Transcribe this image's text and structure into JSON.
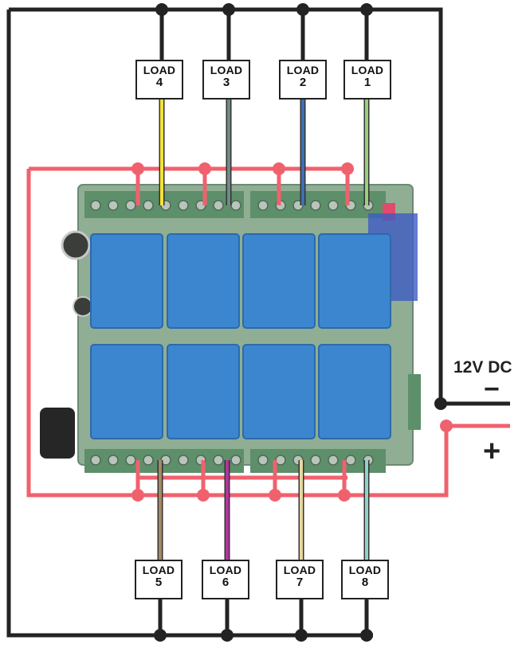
{
  "supply": {
    "voltage_label": "12V DC",
    "minus_label": "−",
    "plus_label": "+"
  },
  "loads_top": [
    {
      "label": "LOAD",
      "number": "4",
      "wire_color": "#f2e23a"
    },
    {
      "label": "LOAD",
      "number": "3",
      "wire_color": "#6f8b86"
    },
    {
      "label": "LOAD",
      "number": "2",
      "wire_color": "#3f6fb6"
    },
    {
      "label": "LOAD",
      "number": "1",
      "wire_color": "#9ad07a"
    }
  ],
  "loads_bottom": [
    {
      "label": "LOAD",
      "number": "5",
      "wire_color": "#a58a63"
    },
    {
      "label": "LOAD",
      "number": "6",
      "wire_color": "#b2349e"
    },
    {
      "label": "LOAD",
      "number": "7",
      "wire_color": "#e5d7a2"
    },
    {
      "label": "LOAD",
      "number": "8",
      "wire_color": "#8fd3c8"
    }
  ],
  "colors": {
    "negative_wire": "#232323",
    "positive_wire": "#f0616e",
    "board": "#8fae93",
    "relay": "#3c86cf",
    "terminal": "#5d8f6a"
  },
  "relay_count": 8
}
